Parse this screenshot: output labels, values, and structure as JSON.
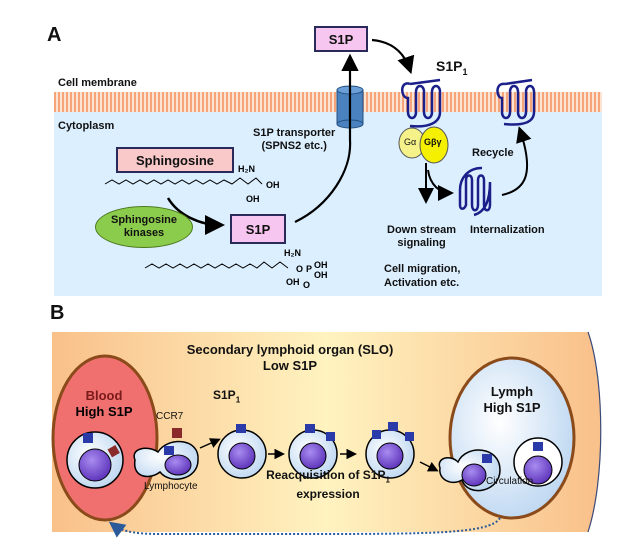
{
  "panel_a": {
    "label": "A",
    "membrane_label": "Cell membrane",
    "cytoplasm_label": "Cytoplasm",
    "sphingosine_box": "Sphingosine",
    "kinase_label_line1": "Sphingosine",
    "kinase_label_line2": "kinases",
    "s1p_inner_box": "S1P",
    "s1p_outer_box": "S1P",
    "transporter_line1": "S1P transporter",
    "transporter_line2": "(SPNS2 etc.)",
    "receptor_label": "S1P",
    "receptor_subscript": "1",
    "g_alpha": "Gα",
    "g_beta_gamma": "Gβγ",
    "recycle_label": "Recycle",
    "downstream_line1": "Down stream",
    "downstream_line2": "signaling",
    "internalization_label": "Internalization",
    "outcome_line1": "Cell migration,",
    "outcome_line2": "Activation etc.",
    "chem": {
      "h2n": "H₂N",
      "oh": "OH",
      "p": "P",
      "o": "O"
    }
  },
  "panel_b": {
    "label": "B",
    "slo_title_line1": "Secondary lymphoid organ (SLO)",
    "slo_title_line2": "Low S1P",
    "blood_line1": "Blood",
    "blood_line2": "High S1P",
    "ccr7_label": "CCR7",
    "lymphocyte_label": "Lymphocyte",
    "s1p1_label": "S1P",
    "s1p1_subscript": "1",
    "reacq_line1": "Reacquisition of S1P",
    "reacq_subscript": "1",
    "reacq_line2": "expression",
    "lymph_line1": "Lymph",
    "lymph_line2": "High S1P",
    "circulation_label": "Circulation"
  },
  "colors": {
    "cytoplasm": "#dcefff",
    "membrane": "#f6a57a",
    "s1p_box": "#f7c6f0",
    "sphingosine_box": "#f9c9c9",
    "kinase": "#8ccc4c",
    "g_alpha": "#f6f28a",
    "g_beta_gamma": "#f5f000",
    "receptor": "#1b1f8a",
    "transporter": "#4a82c0",
    "blood": "#f07070",
    "blood_border": "#8b4a1a",
    "nucleus": "#7a4dd8",
    "cell": "#dcebfa"
  }
}
